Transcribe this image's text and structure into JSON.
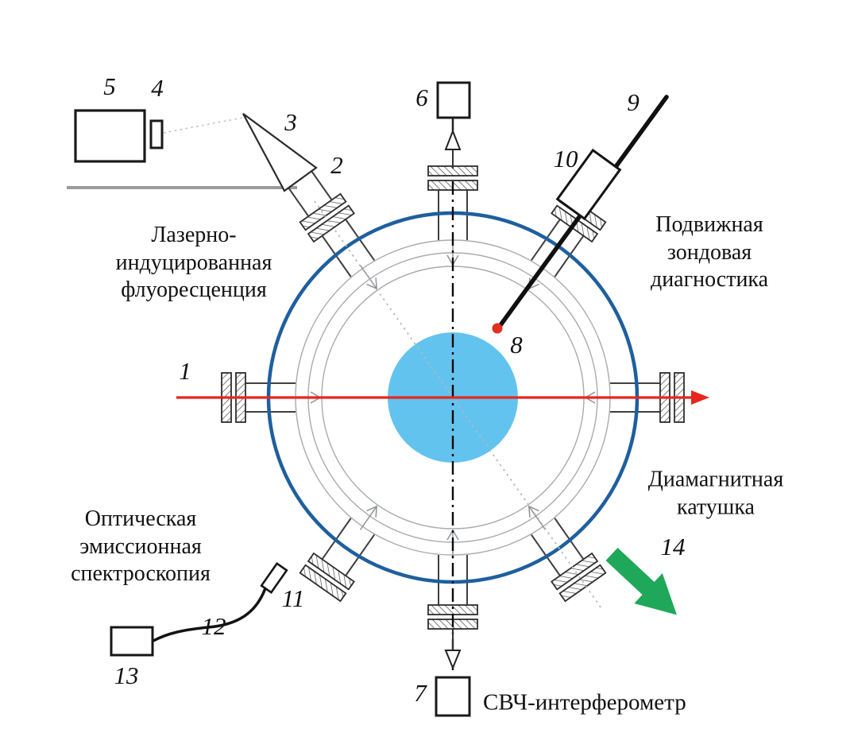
{
  "diagram": {
    "component_numbers": {
      "n1": "1",
      "n2": "2",
      "n3": "3",
      "n4": "4",
      "n5": "5",
      "n6": "6",
      "n7": "7",
      "n8": "8",
      "n9": "9",
      "n10": "10",
      "n11": "11",
      "n12": "12",
      "n13": "13",
      "n14": "14"
    },
    "annotations": {
      "laser_induced_fluorescence": "Лазерно-\nиндуцированная\nфлуоресценция",
      "movable_probe_diagnostics": "Подвижная\nзондовая\nдиагностика",
      "diamagnetic_coil": "Диамагнитная\nкатушка",
      "optical_emission_spectroscopy": "Оптическая\nэмиссионная\nспектроскопия",
      "microwave_interferometer": "СВЧ-интерферометр"
    },
    "colors": {
      "chamber_blue": "#1e5f9e",
      "plasma_blue": "#63c3ef",
      "beam_red": "#e8261c",
      "probe_dot_red": "#e03020",
      "arrow_green": "#1fa85a"
    }
  }
}
